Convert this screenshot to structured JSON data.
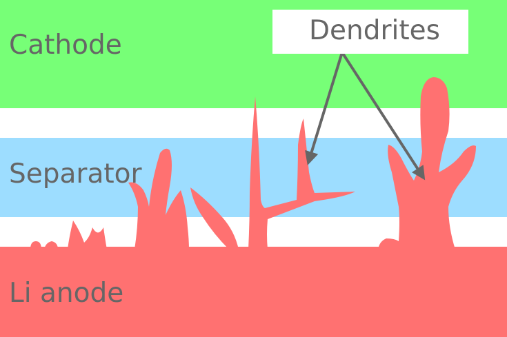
{
  "layers": {
    "cathode": {
      "label": "Cathode",
      "color": "#77FF77"
    },
    "separator": {
      "label": "Separator",
      "color": "#9DDDFF"
    },
    "anode": {
      "label": "Li anode",
      "color": "#FF7171"
    }
  },
  "gap_color": "#FFFFFF",
  "callout": {
    "label": "Dendrites",
    "box_color": "#FFFFFF"
  },
  "text_color": "#666666",
  "arrow_color": "#666666",
  "dendrite_color": "#FF7171"
}
